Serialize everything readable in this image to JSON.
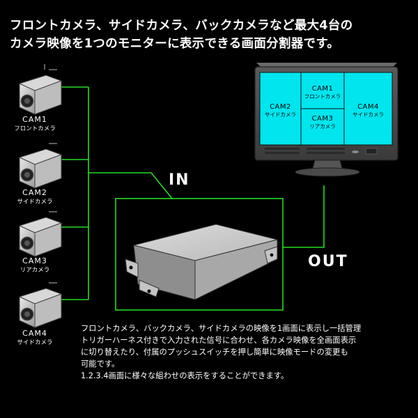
{
  "headline": {
    "line1": "フロントカメラ、サイドカメラ、バックカメラなど最大4台の",
    "line2": "カメラ映像を1つのモニターに表示できる画面分割器です。"
  },
  "cameras": [
    {
      "code": "CAM1",
      "name": "フロントカメラ"
    },
    {
      "code": "CAM2",
      "name": "サイドカメラ"
    },
    {
      "code": "CAM3",
      "name": "リアカメラ"
    },
    {
      "code": "CAM4",
      "name": "サイドカメラ"
    }
  ],
  "monitor": {
    "cells": [
      {
        "code": "CAM1",
        "name": "フロントカメラ"
      },
      {
        "code": "CAM2",
        "name": "サイドカメラ"
      },
      {
        "code": "CAM3",
        "name": "リアカメラ"
      },
      {
        "code": "CAM4",
        "name": "サイドカメラ"
      }
    ]
  },
  "labels": {
    "in": "IN",
    "out": "OUT"
  },
  "description": {
    "lines": [
      "フロントカメラ、バックカメラ、サイドカメラの映像を1画面に表示し一括管理",
      "トリガーハーネス付きで入力された信号に合わせ、各カメラ映像を全画面表示",
      "に切り替えたり、付属のプッシュスイッチを押し簡単に映像モードの変更も",
      "可能です。",
      "1.2.3.4画面に様々な組わせの表示をすることができます。"
    ]
  },
  "colors": {
    "wire": "#22dd22",
    "screen": "#00e5ee",
    "bg": "#000000"
  }
}
